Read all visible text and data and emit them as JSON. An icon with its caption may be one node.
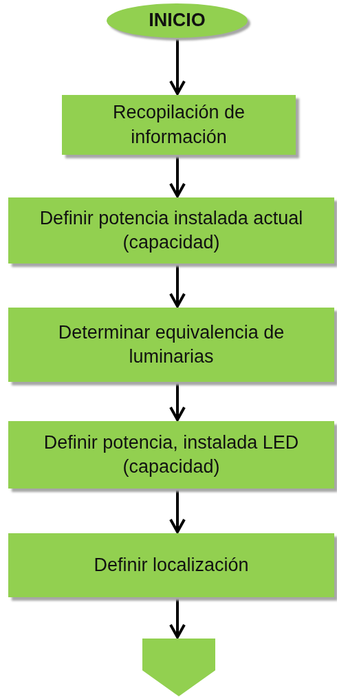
{
  "diagram": {
    "nodes": [
      {
        "text": [
          "INICIO"
        ]
      },
      {
        "text": [
          "Recopilación de información"
        ]
      },
      {
        "text": [
          "Definir potencia instalada actual (capacidad)"
        ]
      },
      {
        "text": [
          "Determinar equivalencia de luminarias"
        ]
      },
      {
        "text": [
          "Definir potencia, instalada LED (capacidad)"
        ]
      },
      {
        "text": [
          "Definir localización"
        ]
      },
      {
        "text": [],
        "shape": "pentagon"
      }
    ],
    "edges": [
      {
        "from": 0,
        "to": 1,
        "arrow": "to"
      },
      {
        "from": 1,
        "to": 2,
        "arrow": "to"
      },
      {
        "from": 2,
        "to": 3,
        "arrow": "to"
      },
      {
        "from": 3,
        "to": 4,
        "arrow": "to"
      },
      {
        "from": 4,
        "to": 5,
        "arrow": "to"
      },
      {
        "from": 5,
        "to": 6,
        "arrow": "to"
      }
    ]
  }
}
